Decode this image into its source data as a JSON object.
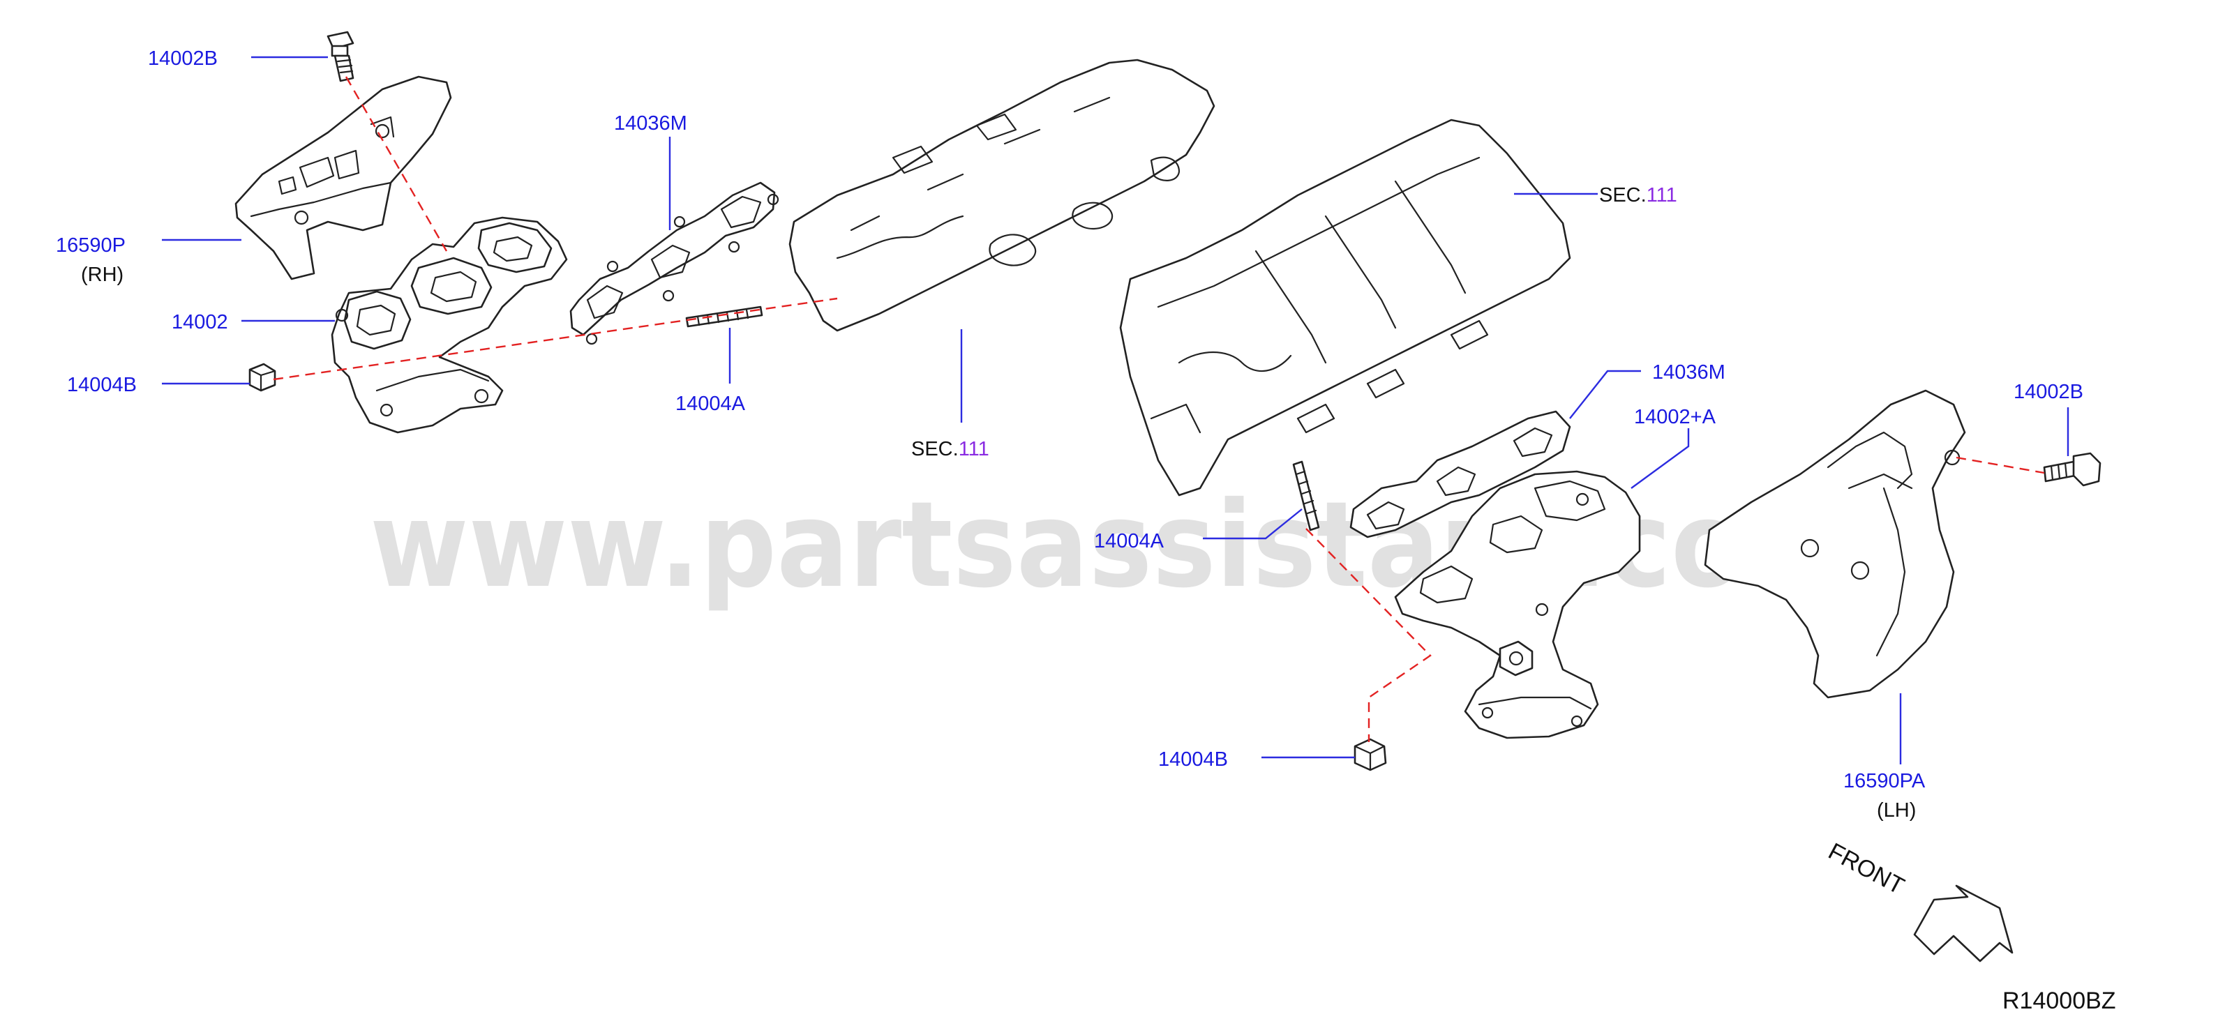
{
  "labels": {
    "bolt_rh": "14002B",
    "gasket_rh": "14036M",
    "shield_rh": "16590P",
    "shield_rh_side": "(RH)",
    "manifold_rh": "14002",
    "nut_rh": "14004B",
    "stud_rh": "14004A",
    "sec_rh_prefix": "SEC.",
    "sec_rh_number": "111",
    "sec_lh_prefix": "SEC.",
    "sec_lh_number": "111",
    "gasket_lh": "14036M",
    "manifold_lh": "14002+A",
    "bolt_lh": "14002B",
    "stud_lh": "14004A",
    "nut_lh": "14004B",
    "shield_lh": "16590PA",
    "shield_lh_side": "(LH)"
  },
  "watermark": "www.partsassistant.com",
  "front_label": "FRONT",
  "diagram_code": "R14000BZ",
  "colors": {
    "part_label": "#1a1ae0",
    "sec_number": "#8a2be2",
    "leader_line": "#2c2ce0",
    "reference_dash": "#e32222",
    "outline": "#222222"
  }
}
